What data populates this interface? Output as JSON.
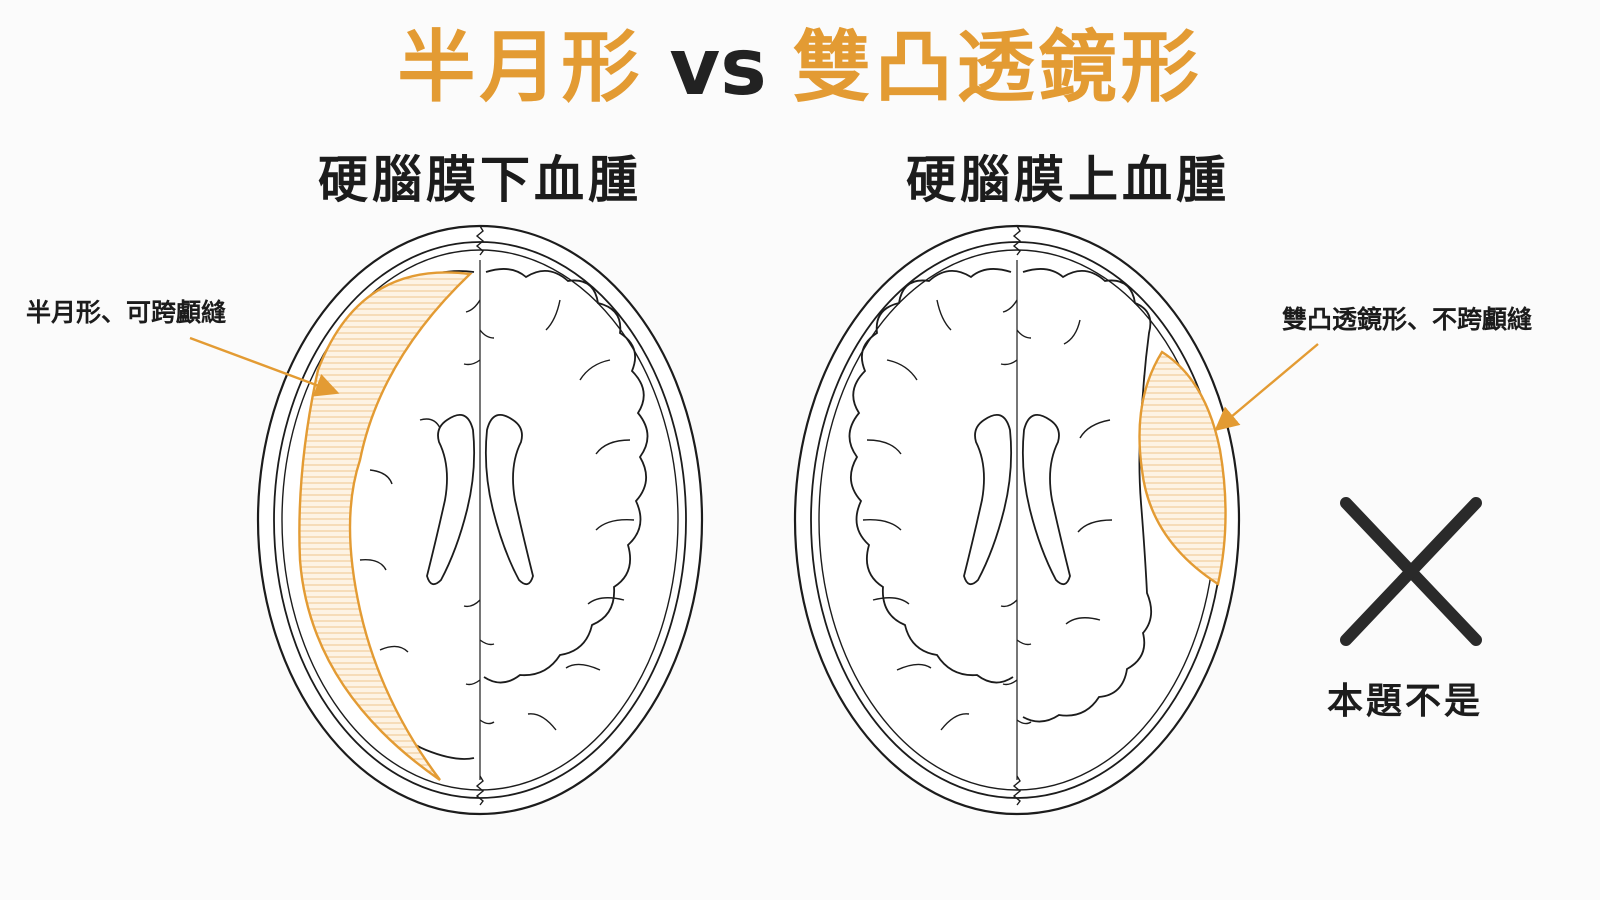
{
  "title": {
    "left": "半月形",
    "vs": "vs",
    "right": "雙凸透鏡形"
  },
  "panels": [
    {
      "heading": "硬腦膜下血腫",
      "callout": "半月形、可跨顱縫"
    },
    {
      "heading": "硬腦膜上血腫",
      "callout": "雙凸透鏡形、不跨顱縫"
    }
  ],
  "verdict": {
    "mark": "cross-icon",
    "label": "本題不是"
  },
  "colors": {
    "accent": "#e39b33",
    "ink": "#1c1c1c",
    "hatch": "#f0c68d",
    "hatch_fill": "#fdf3e4"
  }
}
